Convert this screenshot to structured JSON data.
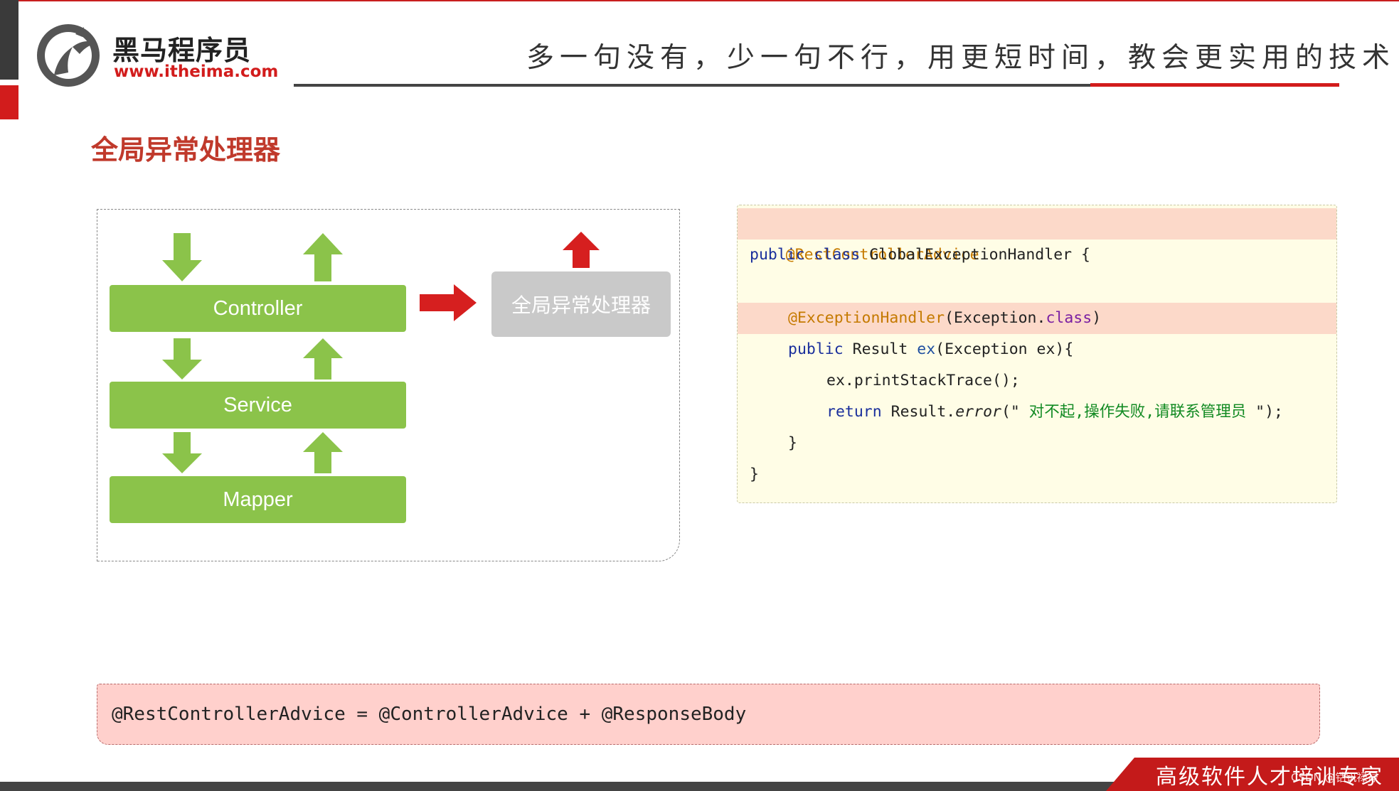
{
  "header": {
    "logo_cn": "黑马程序员",
    "logo_url": "www.itheima.com",
    "slogan": "多一句没有，少一句不行，用更短时间，教会更实用的技术!"
  },
  "title": "全局异常处理器",
  "diagram": {
    "layers": [
      "Controller",
      "Service",
      "Mapper"
    ],
    "handler": "全局异常处理器"
  },
  "code": {
    "annotation_class": "@RestControllerAdvice",
    "class_kw1": "public",
    "class_kw2": "class",
    "class_name": "GlobalExceptionHandler {",
    "method_annotation": "@ExceptionHandler",
    "annotation_arg_open": "(Exception.",
    "annotation_arg_class": "class",
    "annotation_arg_close": ")",
    "method_public": "public",
    "method_return_type": "Result",
    "method_name": "ex",
    "method_params": "(Exception ex){",
    "stmt_print": "ex.printStackTrace();",
    "stmt_return_kw": "return",
    "stmt_return_obj": "Result.",
    "stmt_return_fn": "error",
    "stmt_return_open": "(\"",
    "stmt_return_str": " 对不起,操作失败,请联系管理员 ",
    "stmt_return_close": "\");",
    "close_method": "}",
    "close_class": "}"
  },
  "formula": "@RestControllerAdvice = @ControllerAdvice + @ResponseBody",
  "footer": {
    "text": "高级软件人才培训专家",
    "watermark": "CSDN @钴钒禄禄"
  },
  "colors": {
    "accent_red": "#d21c1c",
    "layer_green": "#8bc34a",
    "handler_gray": "#c9c9c9",
    "code_bg": "#fffde6",
    "code_highlight": "#fcd9c9",
    "formula_bg": "#ffd0cc"
  }
}
